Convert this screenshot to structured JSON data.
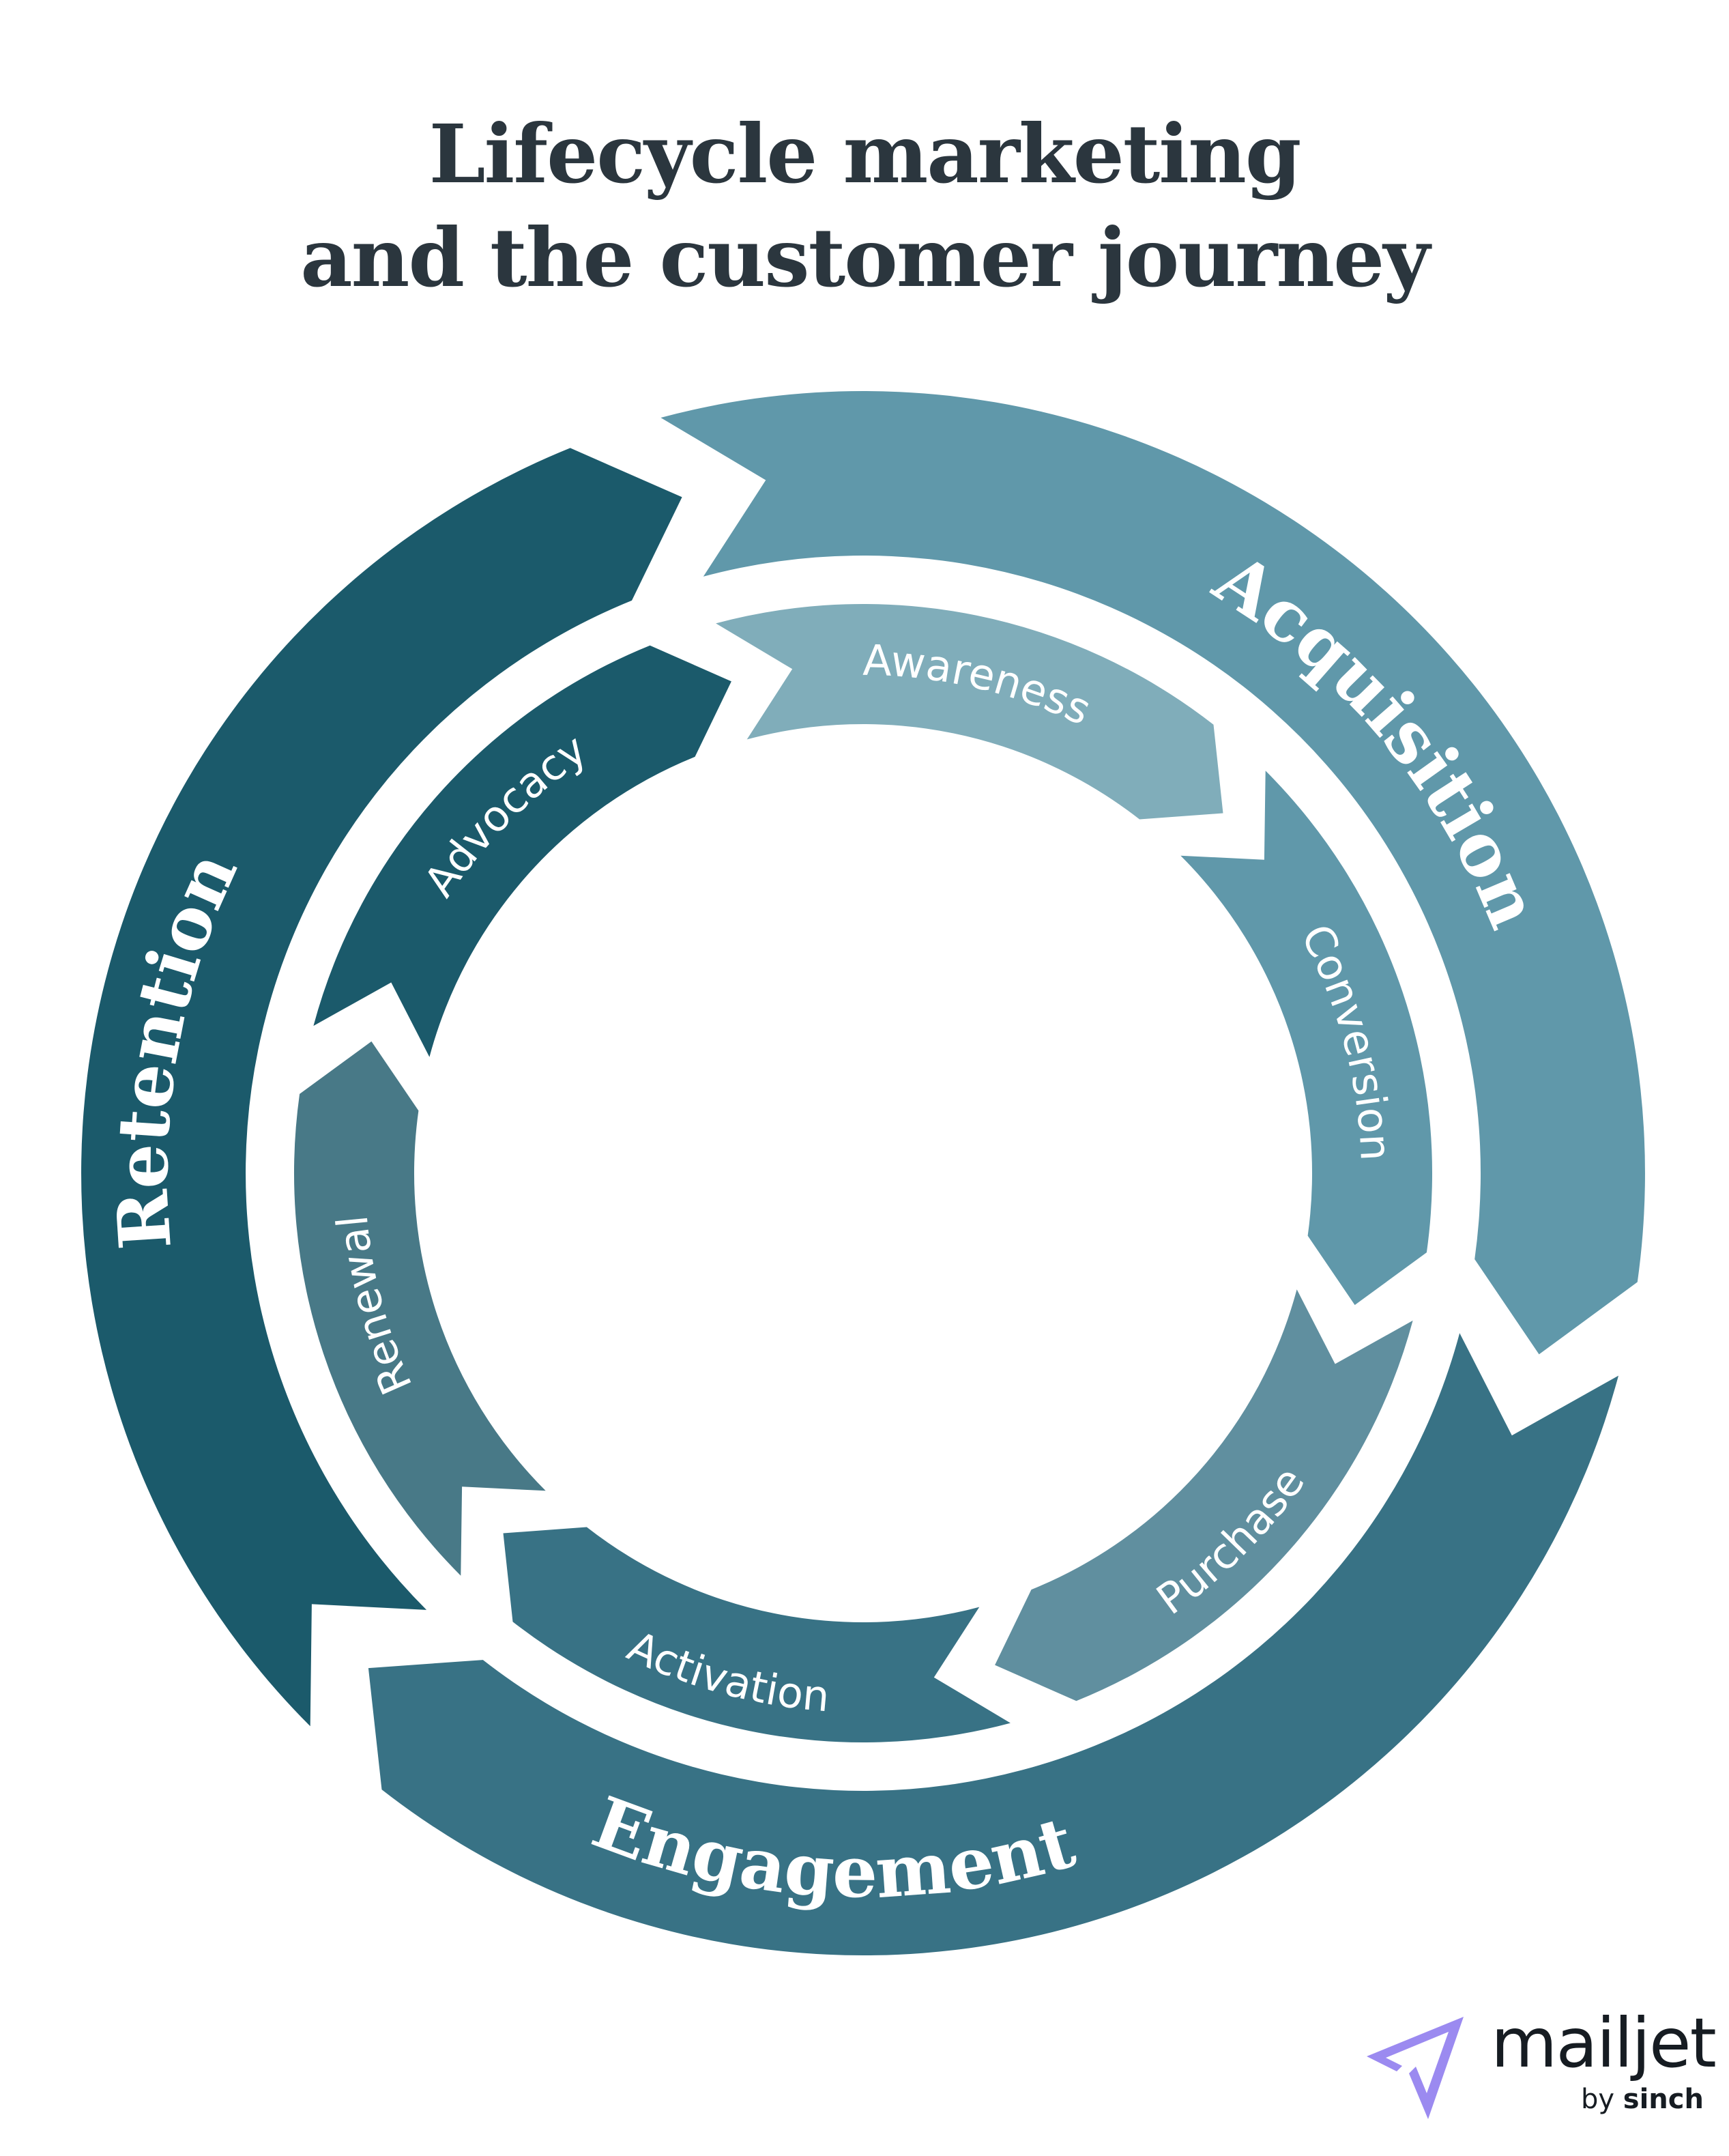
{
  "title": {
    "line1": "Lifecycle marketing",
    "line2": "and the customer journey"
  },
  "outer_ring": [
    {
      "label": "Acquisition",
      "color": "#6098AA"
    },
    {
      "label": "Engagement",
      "color": "#387285"
    },
    {
      "label": "Retention",
      "color": "#1B5A6B"
    }
  ],
  "inner_ring": [
    {
      "label": "Awareness",
      "color": "#80ADBA"
    },
    {
      "label": "Conversion",
      "color": "#6098AA"
    },
    {
      "label": "Purchase",
      "color": "#608F9F"
    },
    {
      "label": "Activation",
      "color": "#387285"
    },
    {
      "label": "Renewal",
      "color": "#487987"
    },
    {
      "label": "Advocacy",
      "color": "#1B5A6B"
    }
  ],
  "logo": {
    "name": "mailjet",
    "by": "by",
    "company": "sinch",
    "icon": "paper-plane-icon",
    "icon_color": "#9B8AF0"
  }
}
